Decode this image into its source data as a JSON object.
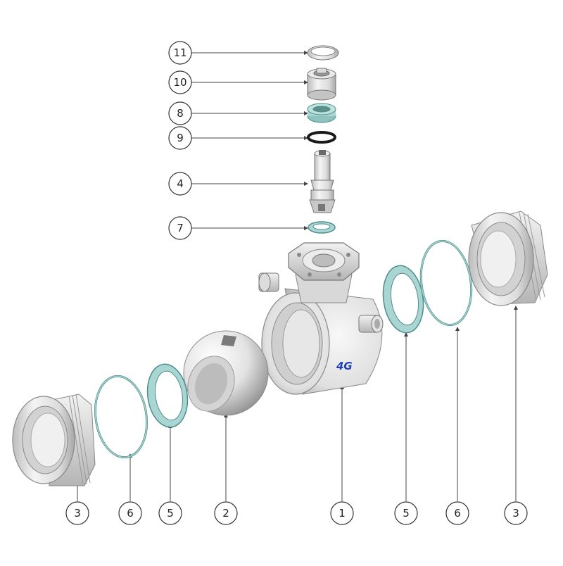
{
  "diagram": {
    "type": "exploded-view",
    "brand_mark": "4G",
    "colors": {
      "metal": "#e4e4e4",
      "metal_dark": "#9e9e9e",
      "seal": "#a9d6d3",
      "seal_edge": "#4d8e8a",
      "oring": "#1a1a1a",
      "brand": "#1f3fc0",
      "leader": "#444444"
    },
    "callouts": {
      "c11": "11",
      "c10": "10",
      "c8": "8",
      "c9": "9",
      "c4": "4",
      "c7": "7",
      "b3l": "3",
      "b6l": "6",
      "b5l": "5",
      "b2": "2",
      "b1": "1",
      "b5r": "5",
      "b6r": "6",
      "b3r": "3"
    }
  }
}
